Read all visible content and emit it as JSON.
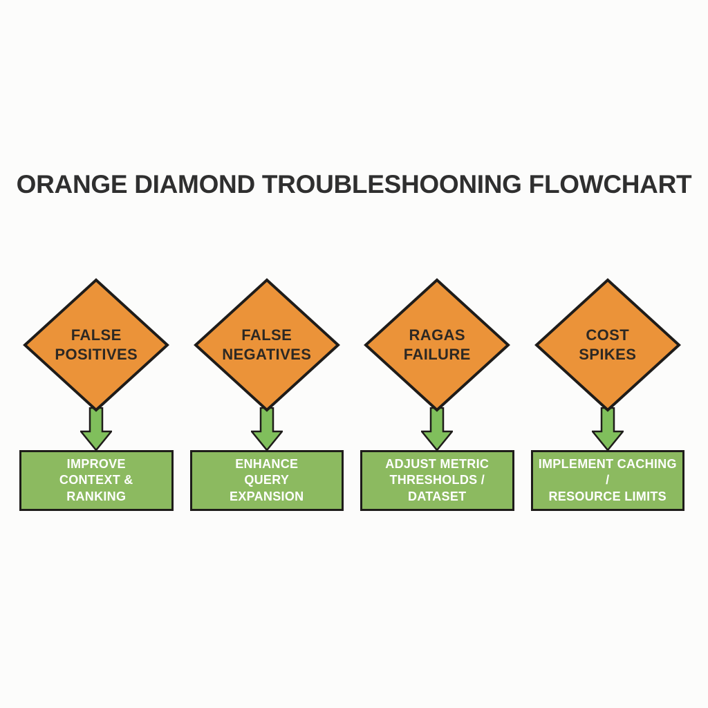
{
  "title": "ORANGE DIAMOND TROUBLESHOONING FLOWCHART",
  "columns": [
    {
      "diamond_label": "FALSE\nPOSITIVES",
      "action_label": "IMPROVE\nCONTEXT &\nRANKING"
    },
    {
      "diamond_label": "FALSE\nNEGATIVES",
      "action_label": "ENHANCE\nQUERY\nEXPANSION"
    },
    {
      "diamond_label": "RAGAS\nFAILURE",
      "action_label": "ADJUST METRIC\nTHRESHOLDS /\nDATASET"
    },
    {
      "diamond_label": "COST\nSPIKES",
      "action_label": "IMPLEMENT CACHING /\nRESOURCE LIMITS"
    }
  ],
  "colors": {
    "diamond_fill": "#EB9339",
    "arrow_fill": "#80BF5C",
    "box_fill": "#8CBA60",
    "outline": "#1E1C1A",
    "title_text": "#2F2F2F",
    "box_text": "#FFFFFF",
    "background": "#FCFCFB"
  }
}
